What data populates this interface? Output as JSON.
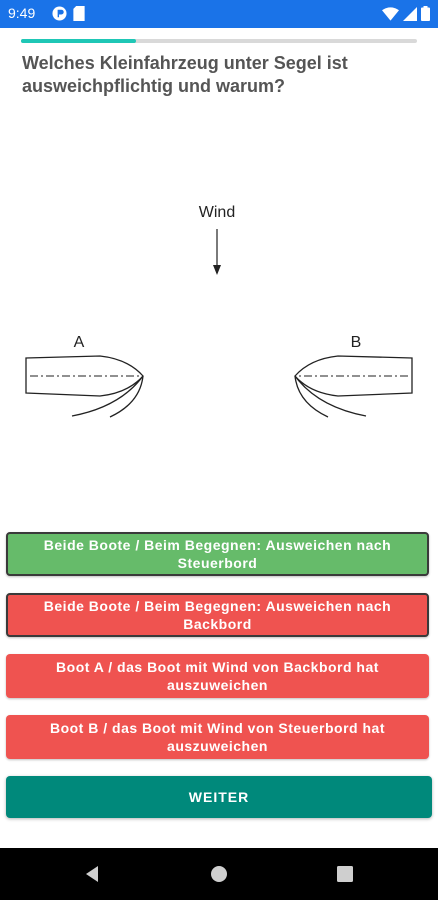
{
  "status_bar": {
    "time": "9:49",
    "icons": [
      "app-notification-icon",
      "sim-card-icon",
      "wifi-icon",
      "signal-icon",
      "battery-icon"
    ]
  },
  "progress": {
    "fraction": 0.29,
    "color": "#1fc7b6"
  },
  "question": {
    "text": "Welches Kleinfahrzeug unter Segel ist ausweichpflichtig und warum?"
  },
  "diagram": {
    "wind_label": "Wind",
    "boat_a_label": "A",
    "boat_b_label": "B"
  },
  "answers": [
    {
      "label": "Beide Boote / Beim Begegnen: Ausweichen nach Steuerbord",
      "state": "correct",
      "color": "#66bb6a"
    },
    {
      "label": "Beide Boote / Beim Begegnen: Ausweichen nach Backbord",
      "state": "selected-wrong",
      "color": "#ef5350"
    },
    {
      "label": "Boot A / das Boot mit Wind von Backbord hat auszuweichen",
      "state": "wrong",
      "color": "#ef5350"
    },
    {
      "label": "Boot B / das Boot mit Wind von Steuerbord hat auszuweichen",
      "state": "wrong",
      "color": "#ef5350"
    }
  ],
  "continue_button": {
    "label": "WEITER",
    "color": "#00897b"
  },
  "nav_bar": {
    "icons": [
      "back-icon",
      "home-icon",
      "recents-icon"
    ]
  }
}
